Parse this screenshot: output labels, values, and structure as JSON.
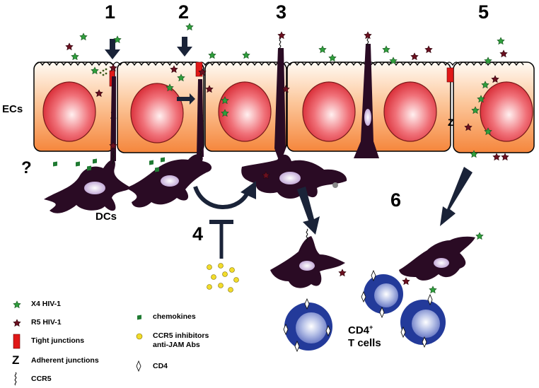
{
  "colors": {
    "cell_top": "#fffaf5",
    "cell_bottom": "#f58a40",
    "nucleus": "#e3343e",
    "dc_body": "#2a0b24",
    "x4": "#2f9e3c",
    "r5": "#6a1020",
    "tight_junction": "#e01818",
    "tcell": "#233a9a",
    "inhibitor": "#f2dc2a",
    "arrow": "#1a2338"
  },
  "steps": [
    "1",
    "2",
    "3",
    "4",
    "5",
    "6"
  ],
  "labels": {
    "ecs": "ECs",
    "dcs": "DCs",
    "question": "?",
    "tcells_line1": "CD4",
    "tcells_sup": "+",
    "tcells_line2": "T cells"
  },
  "legend": {
    "x4": "X4 HIV-1",
    "r5": "R5 HIV-1",
    "tight": "Tight junctions",
    "adherent": "Adherent junctions",
    "adherent_symbol": "Z",
    "ccr5": "CCR5",
    "chemokines": "chemokines",
    "inhibitors_line1": "CCR5 inhibitors",
    "inhibitors_line2": "anti-JAM Abs",
    "cd4": "CD4"
  }
}
